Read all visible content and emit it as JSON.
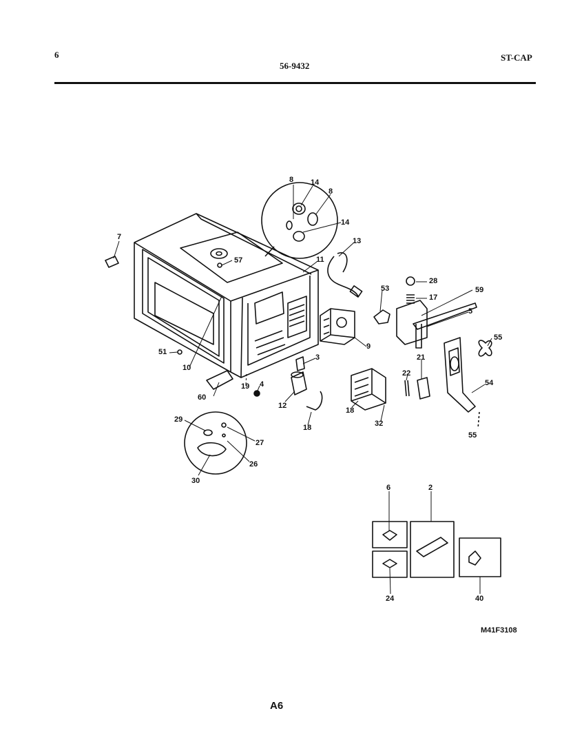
{
  "header": {
    "page_number": "6",
    "model": "56-9432",
    "section": "ST-CAP"
  },
  "diagram": {
    "callouts": {
      "p7": "7",
      "p8a": "8",
      "p14a": "14",
      "p8b": "8",
      "p14b": "14",
      "p13": "13",
      "p11": "11",
      "p57": "57",
      "p53": "53",
      "p28a": "28",
      "p17": "17",
      "p59": "59",
      "p5": "5",
      "p9": "9",
      "p55a": "55",
      "p51": "51",
      "p10": "10",
      "p3": "3",
      "p21": "21",
      "p19a": "19",
      "p4": "4",
      "p60": "60",
      "p12": "12",
      "p22": "22",
      "p54": "54",
      "p18a": "18",
      "p18b": "18",
      "p32": "32",
      "p55b": "55",
      "p29": "29",
      "p27": "27",
      "p26": "26",
      "p30": "30",
      "p6": "6",
      "p2": "2",
      "p24": "24",
      "p40": "40"
    },
    "figure_code": "M41F3108"
  },
  "footer": {
    "page_label": "A6"
  }
}
